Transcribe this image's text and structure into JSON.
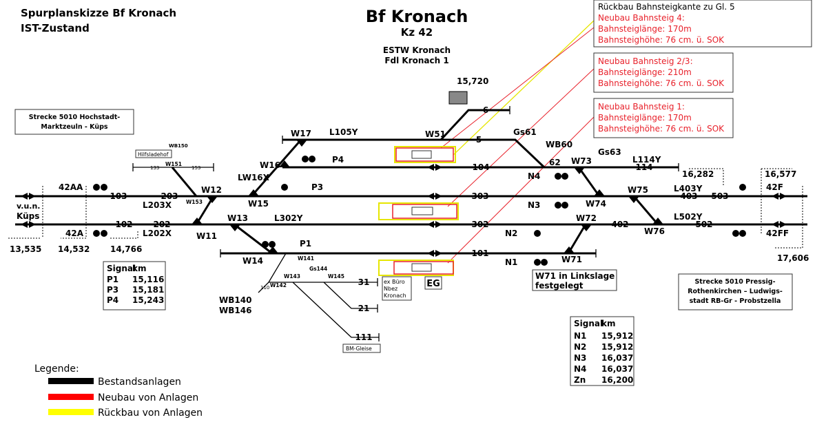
{
  "header": {
    "sketch_title": "Spurplanskizze Bf Kronach",
    "sketch_state": "IST-Zustand",
    "station_name": "Bf Kronach",
    "station_code": "Kz 42",
    "interlocking": "ESTW Kronach",
    "dispatcher": "Fdl Kronach 1"
  },
  "callouts": [
    {
      "lines": [
        "Rückbau Bahnsteigkante zu Gl. 5",
        "Neubau Bahnsteig 4:",
        "Bahnsteiglänge: 170m",
        "Bahnsteighöhe: 76 cm. ü. SOK"
      ]
    },
    {
      "lines": [
        "Neubau Bahnsteig 2/3:",
        "Bahnsteiglänge: 210m",
        "Bahnsteighöhe: 76 cm. ü. SOK"
      ]
    },
    {
      "lines": [
        "Neubau Bahnsteig 1:",
        "Bahnsteiglänge: 170m",
        "Bahnsteighöhe: 76 cm. ü. SOK"
      ]
    }
  ],
  "lines": {
    "left": [
      "Strecke 5010 Hochstadt-",
      "Marktzeuln - Küps"
    ],
    "right": [
      "Strecke 5010 Pressig-",
      "Rothenkirchen – Ludwigs-",
      "stadt RB-Gr - Probstzella"
    ]
  },
  "tracks": {
    "t103": "103",
    "t203": "203",
    "t102": "102",
    "t202": "202",
    "t303": "303",
    "t302": "302",
    "t403": "403",
    "t503": "503",
    "t402": "402",
    "t502": "502",
    "t104": "104",
    "t114": "114",
    "t5": "5",
    "t6": "6",
    "t101": "101",
    "t31": "31",
    "t21": "21",
    "t111": "111",
    "t133": "133",
    "t153": "153",
    "t110": "110",
    "t62": "62"
  },
  "switches": {
    "w11": "W11",
    "w12": "W12",
    "w13": "W13",
    "w14": "W14",
    "w15": "W15",
    "w16": "W16",
    "w17": "W17",
    "w51": "W51",
    "w71": "W71",
    "w72": "W72",
    "w73": "W73",
    "w74": "W74",
    "w75": "W75",
    "w76": "W76",
    "w141": "W141",
    "w142": "W142",
    "w143": "W143",
    "w145": "W145",
    "w151": "W151",
    "w153": "W153",
    "gs61": "Gs61",
    "gs63": "Gs63",
    "gs144": "Gs144"
  },
  "signals": {
    "s42aa": "42AA",
    "s42a": "42A",
    "s42f": "42F",
    "s42ff": "42FF",
    "l105y": "L105Y",
    "p4": "P4",
    "lw16x": "LW16X",
    "p3": "P3",
    "l203x": "L203X",
    "l202x": "L202X",
    "l302y": "L302Y",
    "p1": "P1",
    "wb60": "WB60",
    "l114y": "L114Y",
    "n4": "N4",
    "n3": "N3",
    "n2": "N2",
    "n1": "N1",
    "l403y": "L403Y",
    "l502y": "L502Y",
    "wb150": "WB150",
    "wb140": "WB140",
    "wb146": "WB146"
  },
  "misc": {
    "vun": "v.u.n.",
    "kups": "Küps",
    "hilfsladehof": "Hilfsladehof",
    "bm_gleise": "BM-Gleise",
    "exburo": [
      "ex Büro",
      "Nbez",
      "Kronach"
    ],
    "eg": "EG",
    "w71_note": [
      "W71 in Linkslage",
      "festgelegt"
    ]
  },
  "km": {
    "k13535": "13,535",
    "k14532": "14,532",
    "k14766": "14,766",
    "k15720": "15,720",
    "k16282": "16,282",
    "k16577": "16,577",
    "k17606": "17,606"
  },
  "table_left": {
    "headers": [
      "Signal",
      "km"
    ],
    "rows": [
      [
        "P1",
        "15,116"
      ],
      [
        "P3",
        "15,181"
      ],
      [
        "P4",
        "15,243"
      ]
    ]
  },
  "table_right": {
    "headers": [
      "Signal",
      "km"
    ],
    "rows": [
      [
        "N1",
        "15,912"
      ],
      [
        "N2",
        "15,912"
      ],
      [
        "N3",
        "16,037"
      ],
      [
        "N4",
        "16,037"
      ],
      [
        "Zn",
        "16,200"
      ]
    ]
  },
  "legend": {
    "title": "Legende:",
    "items": [
      {
        "label": "Bestandsanlagen",
        "color": "#000000"
      },
      {
        "label": "Neubau von Anlagen",
        "color": "#ff0000"
      },
      {
        "label": "Rückbau von Anlagen",
        "color": "#ffff00"
      }
    ]
  },
  "colors": {
    "new": "#e8202a",
    "removed": "#e6e600",
    "existing": "#000000"
  }
}
